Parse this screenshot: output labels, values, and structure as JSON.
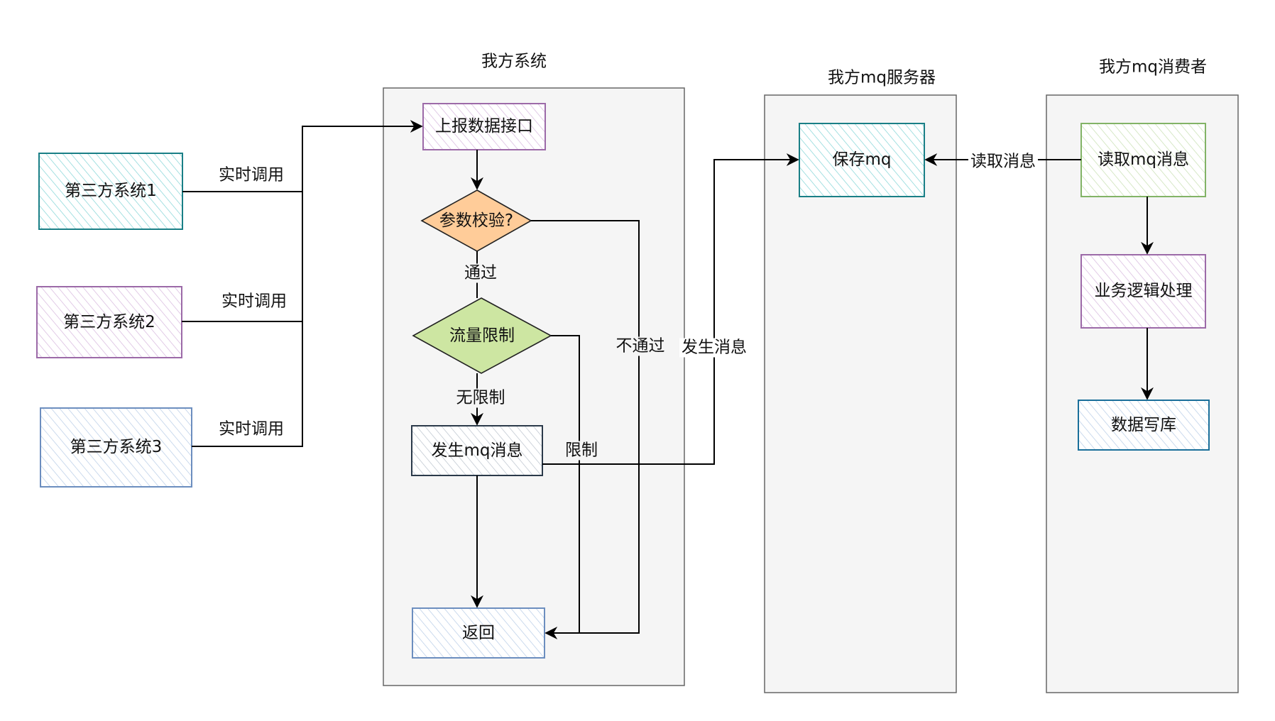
{
  "lanes": {
    "our_system": "我方系统",
    "mq_server": "我方mq服务器",
    "mq_consumer": "我方mq消费者"
  },
  "nodes": {
    "third_party_1": "第三方系统1",
    "third_party_2": "第三方系统2",
    "third_party_3": "第三方系统3",
    "report_api": "上报数据接口",
    "param_check": "参数校验?",
    "rate_limit": "流量限制",
    "send_mq": "发生mq消息",
    "return": "返回",
    "save_mq": "保存mq",
    "read_mq": "读取mq消息",
    "business": "业务逻辑处理",
    "write_db": "数据写库"
  },
  "edges": {
    "call_1": "实时调用",
    "call_2": "实时调用",
    "call_3": "实时调用",
    "pass": "通过",
    "fail": "不通过",
    "no_limit": "无限制",
    "limited": "限制",
    "send_message": "发生消息",
    "read_message": "读取消息"
  },
  "colors": {
    "teal": "#1a7f86",
    "purple": "#9c6aa8",
    "blue": "#6c8ebf",
    "orange_fill": "#ffcc99",
    "green_fill": "#cde6a2",
    "green_stroke": "#82b366",
    "lane_fill": "#f5f5f5",
    "lane_stroke": "#666666"
  }
}
